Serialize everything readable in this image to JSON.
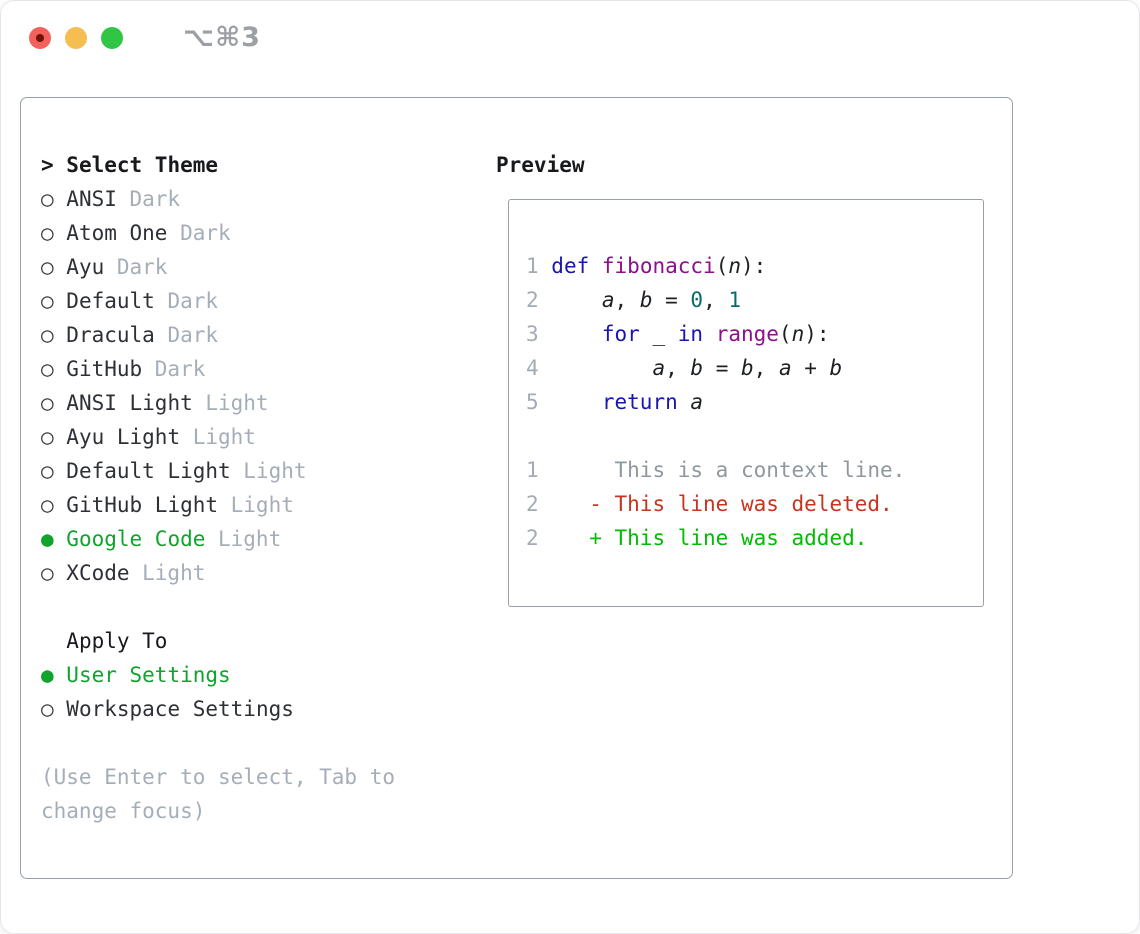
{
  "window": {
    "title": "⌥⌘3"
  },
  "glyphs": {
    "radio_unselected": "○",
    "radio_selected": "●",
    "prompt": ">"
  },
  "theme_panel": {
    "header": {
      "prompt": ">",
      "label": "Select Theme"
    },
    "themes": [
      {
        "name": "ANSI",
        "tag": "Dark",
        "selected": false
      },
      {
        "name": "Atom One",
        "tag": "Dark",
        "selected": false
      },
      {
        "name": "Ayu",
        "tag": "Dark",
        "selected": false
      },
      {
        "name": "Default",
        "tag": "Dark",
        "selected": false
      },
      {
        "name": "Dracula",
        "tag": "Dark",
        "selected": false
      },
      {
        "name": "GitHub",
        "tag": "Dark",
        "selected": false
      },
      {
        "name": "ANSI Light",
        "tag": "Light",
        "selected": false
      },
      {
        "name": "Ayu Light",
        "tag": "Light",
        "selected": false
      },
      {
        "name": "Default Light",
        "tag": "Light",
        "selected": false
      },
      {
        "name": "GitHub Light",
        "tag": "Light",
        "selected": false
      },
      {
        "name": "Google Code",
        "tag": "Light",
        "selected": true
      },
      {
        "name": "XCode",
        "tag": "Light",
        "selected": false
      }
    ],
    "apply_to": {
      "label": "Apply To",
      "options": [
        {
          "name": "User Settings",
          "selected": true
        },
        {
          "name": "Workspace Settings",
          "selected": false
        }
      ]
    },
    "hint_lines": [
      "(Use Enter to select, Tab to",
      "change focus)"
    ]
  },
  "preview": {
    "label": "Preview",
    "lines": [
      {
        "num": "1",
        "tokens": [
          [
            "kwd",
            "def"
          ],
          [
            "pln",
            " "
          ],
          [
            "typ",
            "fibonacci"
          ],
          [
            "pln",
            "("
          ],
          [
            "var",
            "n"
          ],
          [
            "pln",
            "):"
          ]
        ]
      },
      {
        "num": "2",
        "tokens": [
          [
            "pln",
            "    "
          ],
          [
            "var",
            "a"
          ],
          [
            "pln",
            ", "
          ],
          [
            "var",
            "b"
          ],
          [
            "pln",
            " = "
          ],
          [
            "lit",
            "0"
          ],
          [
            "pln",
            ", "
          ],
          [
            "lit",
            "1"
          ]
        ]
      },
      {
        "num": "3",
        "tokens": [
          [
            "pln",
            "    "
          ],
          [
            "kwd",
            "for"
          ],
          [
            "pln",
            " _ "
          ],
          [
            "kwd",
            "in"
          ],
          [
            "pln",
            " "
          ],
          [
            "typ",
            "range"
          ],
          [
            "pln",
            "("
          ],
          [
            "var",
            "n"
          ],
          [
            "pln",
            "):"
          ]
        ]
      },
      {
        "num": "4",
        "tokens": [
          [
            "pln",
            "        "
          ],
          [
            "var",
            "a"
          ],
          [
            "pln",
            ", "
          ],
          [
            "var",
            "b"
          ],
          [
            "pln",
            " = "
          ],
          [
            "var",
            "b"
          ],
          [
            "pln",
            ", "
          ],
          [
            "var",
            "a"
          ],
          [
            "pln",
            " + "
          ],
          [
            "var",
            "b"
          ]
        ]
      },
      {
        "num": "5",
        "tokens": [
          [
            "pln",
            "    "
          ],
          [
            "kwd",
            "return"
          ],
          [
            "pln",
            " "
          ],
          [
            "var",
            "a"
          ]
        ]
      },
      {
        "num": "",
        "tokens": []
      },
      {
        "num": "1",
        "tokens": [
          [
            "ctx",
            "     This is a context line."
          ]
        ]
      },
      {
        "num": "2",
        "tokens": [
          [
            "del",
            "   - This line was deleted."
          ]
        ]
      },
      {
        "num": "2",
        "tokens": [
          [
            "add",
            "   + This line was added."
          ]
        ]
      }
    ]
  },
  "colors": {
    "traffic_red": "#f2615b",
    "traffic_red_dot": "#73120b",
    "traffic_yellow": "#f6be50",
    "traffic_green": "#31c546",
    "title_gray": "#9c9fa3",
    "border_gray": "#98a1ab",
    "heading_ink": "#17191c",
    "item_ink": "#2d3035",
    "ink": "#2d3035",
    "radio_ring": "#35383c",
    "muted_gray": "#a5aeb8",
    "select_green": "#10a42e",
    "gutter_gray": "#a3abb4",
    "code_plain": "#1d2023",
    "code_keyword": "#1717b0",
    "code_function": "#8c0f8c",
    "code_literal": "#0b6a6a",
    "diff_context": "#8f989f",
    "diff_deleted": "#c9341f",
    "diff_added": "#00bd00"
  }
}
